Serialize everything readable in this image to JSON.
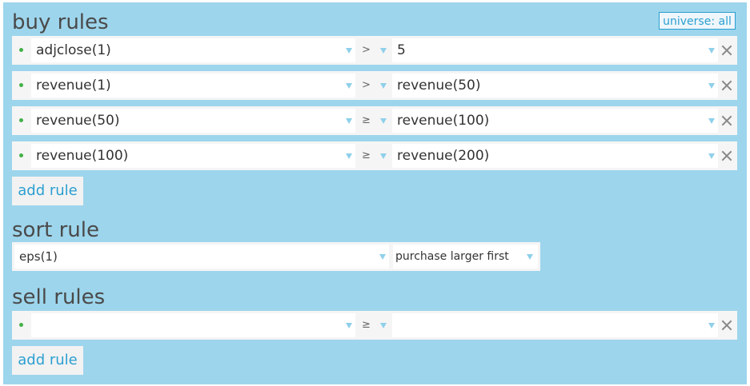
{
  "buy_rules": {
    "title": "buy rules",
    "universe_label": "universe: all",
    "rules": [
      {
        "left": "adjclose(1)",
        "op": ">",
        "right": "5"
      },
      {
        "left": "revenue(1)",
        "op": ">",
        "right": "revenue(50)"
      },
      {
        "left": "revenue(50)",
        "op": "≥",
        "right": "revenue(100)"
      },
      {
        "left": "revenue(100)",
        "op": "≥",
        "right": "revenue(200)"
      }
    ],
    "add_label": "add rule"
  },
  "sort_rule": {
    "title": "sort rule",
    "field": "eps(1)",
    "order": "purchase larger first"
  },
  "sell_rules": {
    "title": "sell rules",
    "rules": [
      {
        "left": "",
        "op": "≥",
        "right": ""
      }
    ],
    "add_label": "add rule"
  },
  "colors": {
    "panel_bg": "#9dd5ec",
    "accent": "#2b9fd1",
    "bullet": "#44b04a",
    "arrow": "#8fd0ea"
  },
  "icons": {
    "bullet": "rule-bullet-icon",
    "dropdown": "chevron-down-icon",
    "remove": "close-icon"
  }
}
